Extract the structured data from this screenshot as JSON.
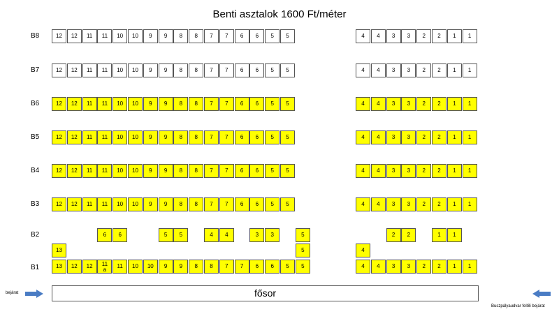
{
  "title": "Benti asztalok 1600 Ft/méter",
  "colors": {
    "rented": "#ffff00",
    "free": "#ffffff",
    "arrow": "#4a7cc4"
  },
  "left_block_numbers": [
    "12",
    "12",
    "11",
    "11",
    "10",
    "10",
    "9",
    "9",
    "8",
    "8",
    "7",
    "7",
    "6",
    "6",
    "5",
    "5"
  ],
  "right_block_numbers": [
    "4",
    "4",
    "3",
    "3",
    "2",
    "2",
    "1",
    "1"
  ],
  "rows": [
    {
      "label": "B8",
      "state": "free"
    },
    {
      "label": "B7",
      "state": "free"
    },
    {
      "label": "B6",
      "state": "rented"
    },
    {
      "label": "B5",
      "state": "rented"
    },
    {
      "label": "B4",
      "state": "rented"
    },
    {
      "label": "B3",
      "state": "rented"
    }
  ],
  "b2": {
    "label": "B2",
    "cells": [
      {
        "col": 3,
        "text": "6"
      },
      {
        "col": 4,
        "text": "6"
      },
      {
        "col": 7,
        "text": "5"
      },
      {
        "col": 8,
        "text": "5"
      },
      {
        "col": 10,
        "text": "4"
      },
      {
        "col": 11,
        "text": "4"
      },
      {
        "col": 13,
        "text": "3"
      },
      {
        "col": 14,
        "text": "3"
      },
      {
        "col": 16,
        "text": "5"
      }
    ],
    "right_cells": [
      {
        "col": 2,
        "text": "2"
      },
      {
        "col": 3,
        "text": "2"
      },
      {
        "col": 5,
        "text": "1"
      },
      {
        "col": 6,
        "text": "1"
      }
    ]
  },
  "mid_row": {
    "cells": [
      {
        "col": 0,
        "text": "13"
      },
      {
        "col": 16,
        "text": "5"
      }
    ],
    "right_cells": [
      {
        "col": 0,
        "text": "4"
      }
    ]
  },
  "b1": {
    "label": "B1",
    "numbers": [
      "13",
      "12",
      "12",
      "11 a",
      "11",
      "10",
      "10",
      "9",
      "9",
      "8",
      "8",
      "7",
      "7",
      "6",
      "6",
      "5",
      "5"
    ],
    "right_numbers": [
      "4",
      "4",
      "3",
      "3",
      "2",
      "2",
      "1",
      "1"
    ]
  },
  "main_aisle": "fősor",
  "entrance_left": "bejárat",
  "entrance_right": "Buszpályaudvar felőli bejárat"
}
